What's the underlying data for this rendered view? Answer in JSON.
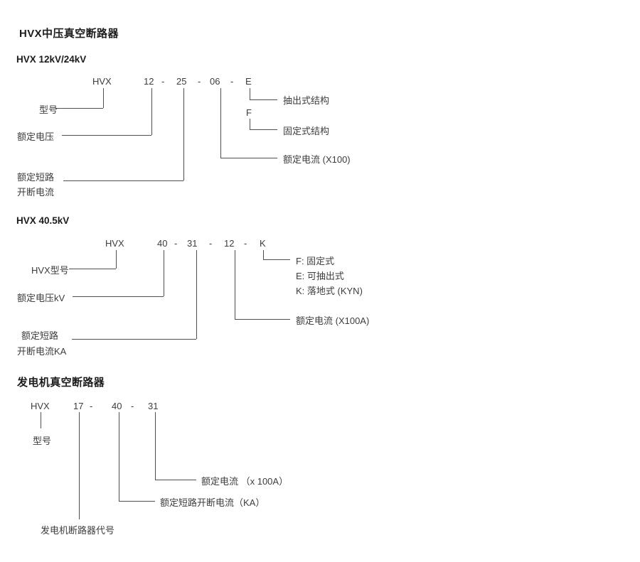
{
  "section1": {
    "title": "HVX中压真空断路器",
    "subtitle": "HVX 12kV/24kV",
    "code": [
      "HVX",
      "12",
      "-",
      "25",
      "-",
      "06",
      "-",
      "E"
    ],
    "labels": {
      "model": "型号",
      "voltage": "额定电压",
      "short1": "额定短路",
      "short2": "开断电流",
      "withdrawable": "抽出式结构",
      "f_code": "F",
      "fixed": "固定式结构",
      "current": "额定电流 (X100)"
    }
  },
  "section2": {
    "title": "HVX 40.5kV",
    "code": [
      "HVX",
      "40",
      "-",
      "31",
      "-",
      "12",
      "-",
      "K"
    ],
    "labels": {
      "model": "HVX型号",
      "voltage": "额定电压kV",
      "short1": "额定短路",
      "short2": "开断电流KA",
      "options": [
        "F: 固定式",
        "E: 可抽出式",
        "K: 落地式 (KYN)"
      ],
      "current": "额定电流 (X100A)"
    }
  },
  "section3": {
    "title": "发电机真空断路器",
    "code": [
      "HVX",
      "17",
      "-",
      "40",
      "-",
      "31"
    ],
    "labels": {
      "model": "型号",
      "current": "额定电流 （x 100A）",
      "short": "额定短路开断电流（KA）",
      "generator_code": "发电机断路器代号"
    }
  }
}
